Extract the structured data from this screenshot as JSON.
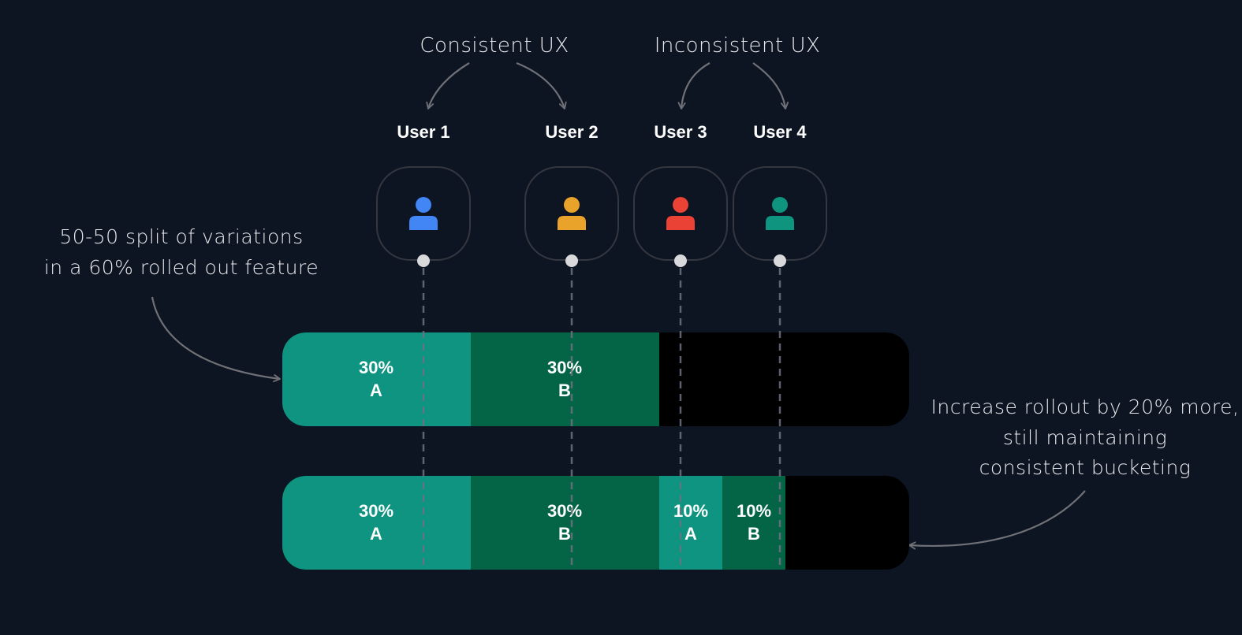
{
  "annotations": {
    "consistent": "Consistent UX",
    "inconsistent": "Inconsistent UX",
    "split_note": [
      "50-50 split of variations",
      "in a 60% rolled out feature"
    ],
    "rollout_note": [
      "Increase rollout by 20% more,",
      "still maintaining",
      "consistent bucketing"
    ]
  },
  "users": [
    {
      "label": "User 1",
      "color": "#4285f4"
    },
    {
      "label": "User 2",
      "color": "#e9a22a"
    },
    {
      "label": "User 3",
      "color": "#ea4335"
    },
    {
      "label": "User 4",
      "color": "#0f9480"
    }
  ],
  "colors": {
    "background": "#0d1422",
    "variation_a": "#0e9480",
    "variation_b": "#036446",
    "unallocated": "#000000"
  },
  "bars": [
    {
      "name": "initial-rollout",
      "segments": [
        {
          "percent": "30%",
          "variation": "A",
          "share": 30
        },
        {
          "percent": "30%",
          "variation": "B",
          "share": 30
        }
      ]
    },
    {
      "name": "increased-rollout",
      "segments": [
        {
          "percent": "30%",
          "variation": "A",
          "share": 30
        },
        {
          "percent": "30%",
          "variation": "B",
          "share": 30
        },
        {
          "percent": "10%",
          "variation": "A",
          "share": 10
        },
        {
          "percent": "10%",
          "variation": "B",
          "share": 10
        }
      ]
    }
  ]
}
